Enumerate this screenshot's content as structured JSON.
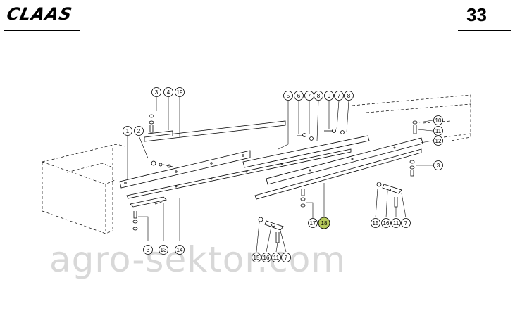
{
  "header": {
    "logo_text": "CLAAS",
    "page_number": "33"
  },
  "watermark": "agro-sektor.com",
  "highlight_color": "#b5c95a",
  "callouts": [
    {
      "id": "c-3-top",
      "label": "3"
    },
    {
      "id": "c-4",
      "label": "4"
    },
    {
      "id": "c-19",
      "label": "19"
    },
    {
      "id": "c-1",
      "label": "1"
    },
    {
      "id": "c-2",
      "label": "2"
    },
    {
      "id": "c-5",
      "label": "5"
    },
    {
      "id": "c-6",
      "label": "6"
    },
    {
      "id": "c-7a",
      "label": "7"
    },
    {
      "id": "c-8a",
      "label": "8"
    },
    {
      "id": "c-9",
      "label": "9"
    },
    {
      "id": "c-7b",
      "label": "7"
    },
    {
      "id": "c-8b",
      "label": "8"
    },
    {
      "id": "c-10",
      "label": "10"
    },
    {
      "id": "c-11a",
      "label": "11"
    },
    {
      "id": "c-12",
      "label": "12"
    },
    {
      "id": "c-3-right",
      "label": "3"
    },
    {
      "id": "c-17",
      "label": "17"
    },
    {
      "id": "c-18",
      "label": "18",
      "highlight": true
    },
    {
      "id": "c-15a",
      "label": "15"
    },
    {
      "id": "c-16a",
      "label": "16"
    },
    {
      "id": "c-11b",
      "label": "11"
    },
    {
      "id": "c-7c",
      "label": "7"
    },
    {
      "id": "c-3-bottom",
      "label": "3"
    },
    {
      "id": "c-13",
      "label": "13"
    },
    {
      "id": "c-14",
      "label": "14"
    },
    {
      "id": "c-15b",
      "label": "15"
    },
    {
      "id": "c-16b",
      "label": "16"
    },
    {
      "id": "c-11c",
      "label": "11"
    },
    {
      "id": "c-7d",
      "label": "7"
    }
  ]
}
